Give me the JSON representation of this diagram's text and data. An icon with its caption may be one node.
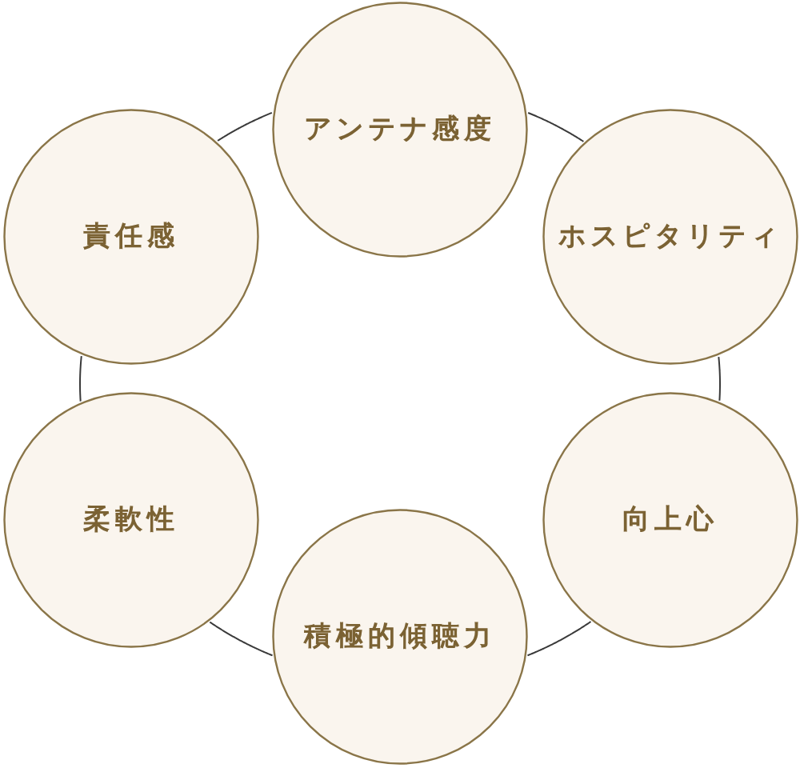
{
  "diagram": {
    "nodes": [
      {
        "text": [
          "アンテナ感度"
        ]
      },
      {
        "text": [
          "責任感"
        ]
      },
      {
        "text": [
          "ホスピタリティ"
        ]
      },
      {
        "text": [
          "柔軟性"
        ]
      },
      {
        "text": [
          "向上心"
        ]
      },
      {
        "text": [
          "積極的傾聴力"
        ]
      }
    ],
    "edges": [
      {
        "from": 0,
        "to": 2,
        "arrow": "none"
      },
      {
        "from": 2,
        "to": 4,
        "arrow": "none"
      },
      {
        "from": 4,
        "to": 5,
        "arrow": "none"
      },
      {
        "from": 5,
        "to": 3,
        "arrow": "none"
      },
      {
        "from": 3,
        "to": 1,
        "arrow": "none"
      },
      {
        "from": 1,
        "to": 0,
        "arrow": "none"
      }
    ]
  }
}
